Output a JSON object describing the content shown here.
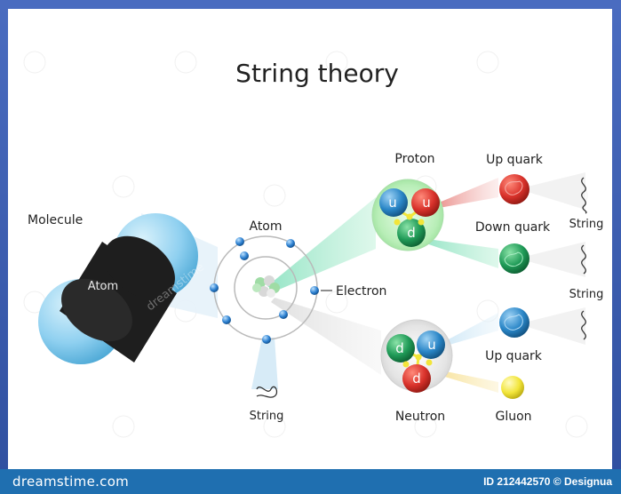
{
  "title": "String theory",
  "labels": {
    "molecule": "Molecule",
    "atom_inside": "Atom",
    "atom": "Atom",
    "electron": "Electron",
    "string_atom": "String",
    "proton": "Proton",
    "neutron": "Neutron",
    "up_quark_1": "Up quark",
    "down_quark": "Down quark",
    "up_quark_2": "Up quark",
    "gluon": "Gluon",
    "string_1": "String",
    "string_2": "String"
  },
  "quark_letters": {
    "proton": [
      "u",
      "u",
      "d"
    ],
    "neutron": [
      "d",
      "u",
      "d"
    ]
  },
  "footer": {
    "brand": "dreamstime.com",
    "credit": "ID 212442570 © Designua"
  },
  "watermark": "dreamstime",
  "colors": {
    "up_quark": "#d9322b",
    "down_quark": "#1f9a57",
    "blue_quark": "#2a86c7",
    "gluon": "#f2e53a",
    "electron": "#2b7fd0",
    "molecule_blue": "#8fd0f0",
    "molecule_black": "#1e1e1e"
  }
}
